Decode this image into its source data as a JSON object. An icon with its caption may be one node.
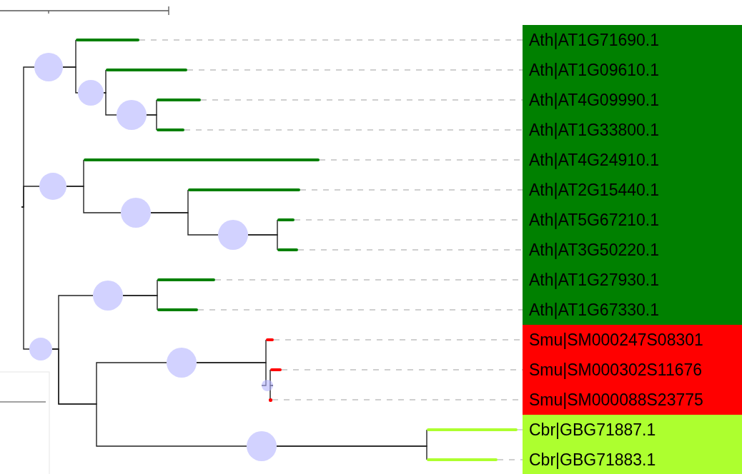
{
  "diagram": {
    "nodes": [
      {
        "text": [
          "Ath|AT1G71690.1"
        ]
      },
      {
        "text": [
          "Ath|AT1G09610.1"
        ]
      },
      {
        "text": [
          "Ath|AT4G09990.1"
        ]
      },
      {
        "text": [
          "Ath|AT1G33800.1"
        ]
      },
      {
        "text": [
          "Ath|AT4G24910.1"
        ]
      },
      {
        "text": [
          "Ath|AT2G15440.1"
        ]
      },
      {
        "text": [
          "Ath|AT5G67210.1"
        ]
      },
      {
        "text": [
          "Ath|AT3G50220.1"
        ]
      },
      {
        "text": [
          "Ath|AT1G27930.1"
        ]
      },
      {
        "text": [
          "Ath|AT1G67330.1"
        ]
      },
      {
        "text": [
          "Smu|SM000247S08301"
        ]
      },
      {
        "text": [
          "Smu|SM000302S11676"
        ]
      },
      {
        "text": [
          "Smu|SM000088S23775"
        ]
      },
      {
        "text": [
          "Cbr|GBG71887.1"
        ]
      },
      {
        "text": [
          "Cbr|GBG71883.1"
        ]
      },
      {
        "text": [],
        "shape": "bar"
      },
      {
        "text": [],
        "shape": "bar"
      },
      {
        "text": [],
        "shape": "bar"
      },
      {
        "text": [],
        "shape": "bar"
      },
      {
        "text": [],
        "shape": "bar"
      },
      {
        "text": [],
        "shape": "bar"
      },
      {
        "text": [],
        "shape": "bar"
      },
      {
        "text": [],
        "shape": "bar"
      },
      {
        "text": [],
        "shape": "bar"
      },
      {
        "text": [],
        "shape": "bar"
      },
      {
        "text": [],
        "shape": "bar"
      },
      {
        "text": [],
        "shape": "bar"
      },
      {
        "text": [],
        "shape": "bar"
      },
      {
        "text": [],
        "shape": "bar"
      },
      {
        "text": [],
        "shape": "bar"
      },
      {
        "text": [],
        "shape": "circle"
      },
      {
        "text": [],
        "shape": "circle"
      },
      {
        "text": [],
        "shape": "circle"
      },
      {
        "text": [],
        "shape": "circle"
      },
      {
        "text": [],
        "shape": "circle"
      },
      {
        "text": [],
        "shape": "circle"
      },
      {
        "text": [],
        "shape": "circle"
      },
      {
        "text": [],
        "shape": "circle"
      },
      {
        "text": [],
        "shape": "circle"
      },
      {
        "text": [],
        "shape": "circle"
      },
      {
        "text": [],
        "shape": "circle"
      }
    ],
    "edges": [
      {
        "from": null,
        "to": 30,
        "arrow": "none"
      },
      {
        "from": null,
        "to": 33,
        "arrow": "none"
      },
      {
        "from": null,
        "to": 36,
        "arrow": "none"
      },
      {
        "from": 30,
        "to": 15,
        "arrow": "none"
      },
      {
        "from": 30,
        "to": 31,
        "arrow": "none"
      },
      {
        "from": 31,
        "to": 16,
        "arrow": "none"
      },
      {
        "from": 31,
        "to": 32,
        "arrow": "none"
      },
      {
        "from": 32,
        "to": 17,
        "arrow": "none"
      },
      {
        "from": 32,
        "to": 18,
        "arrow": "none"
      },
      {
        "from": 33,
        "to": 19,
        "arrow": "none"
      },
      {
        "from": 33,
        "to": 34,
        "arrow": "none"
      },
      {
        "from": 34,
        "to": 20,
        "arrow": "none"
      },
      {
        "from": 34,
        "to": 35,
        "arrow": "none"
      },
      {
        "from": 35,
        "to": 21,
        "arrow": "none"
      },
      {
        "from": 35,
        "to": 22,
        "arrow": "none"
      },
      {
        "from": 36,
        "to": 37,
        "arrow": "none"
      },
      {
        "from": 36,
        "to": 38,
        "arrow": "none"
      },
      {
        "from": 36,
        "to": 39,
        "arrow": "none"
      },
      {
        "from": 37,
        "to": 23,
        "arrow": "none"
      },
      {
        "from": 37,
        "to": 24,
        "arrow": "none"
      },
      {
        "from": 38,
        "to": 25,
        "arrow": "none"
      },
      {
        "from": 38,
        "to": 40,
        "arrow": "none"
      },
      {
        "from": 40,
        "to": 26,
        "arrow": "none"
      },
      {
        "from": 40,
        "to": 27,
        "arrow": "none"
      },
      {
        "from": 39,
        "to": 28,
        "arrow": "none"
      },
      {
        "from": 39,
        "to": 29,
        "arrow": "none"
      },
      {
        "from": 15,
        "to": 0,
        "arrow": "none",
        "style": "dashed",
        "color": "#c0c0c0"
      },
      {
        "from": 16,
        "to": 1,
        "arrow": "none",
        "style": "dashed",
        "color": "#c0c0c0"
      },
      {
        "from": 17,
        "to": 2,
        "arrow": "none",
        "style": "dashed",
        "color": "#c0c0c0"
      },
      {
        "from": 18,
        "to": 3,
        "arrow": "none",
        "style": "dashed",
        "color": "#c0c0c0"
      },
      {
        "from": 19,
        "to": 4,
        "arrow": "none",
        "style": "dashed",
        "color": "#c0c0c0"
      },
      {
        "from": 20,
        "to": 5,
        "arrow": "none",
        "style": "dashed",
        "color": "#c0c0c0"
      },
      {
        "from": 21,
        "to": 6,
        "arrow": "none",
        "style": "dashed",
        "color": "#c0c0c0"
      },
      {
        "from": 22,
        "to": 7,
        "arrow": "none",
        "style": "dashed",
        "color": "#c0c0c0"
      },
      {
        "from": 23,
        "to": 8,
        "arrow": "none",
        "style": "dashed",
        "color": "#c0c0c0"
      },
      {
        "from": 24,
        "to": 9,
        "arrow": "none",
        "style": "dashed",
        "color": "#c0c0c0"
      },
      {
        "from": 25,
        "to": 10,
        "arrow": "none",
        "style": "dashed",
        "color": "#c0c0c0"
      },
      {
        "from": 26,
        "to": 11,
        "arrow": "none",
        "style": "dashed",
        "color": "#c0c0c0"
      },
      {
        "from": 27,
        "to": 12,
        "arrow": "none",
        "style": "dashed",
        "color": "#c0c0c0"
      },
      {
        "from": 28,
        "to": 13,
        "arrow": "none",
        "style": "dashed",
        "color": "#c0c0c0"
      },
      {
        "from": 29,
        "to": 14,
        "arrow": "none",
        "style": "dashed",
        "color": "#c0c0c0"
      }
    ]
  }
}
